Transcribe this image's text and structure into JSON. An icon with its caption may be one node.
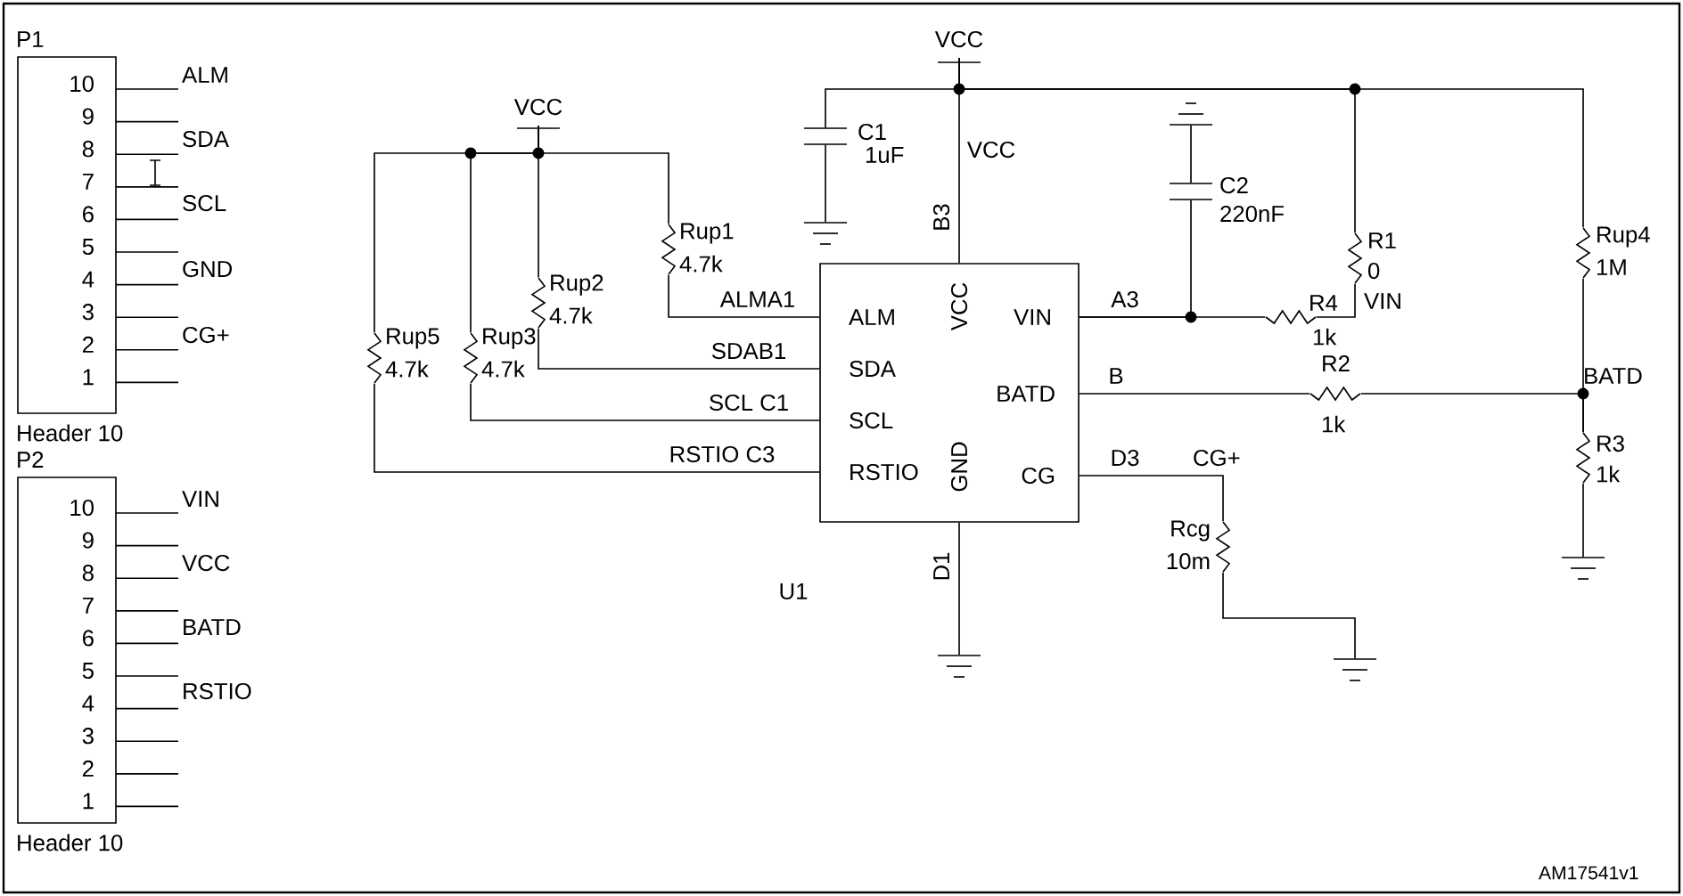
{
  "diagram": {
    "nodes": [
      {
        "text": [
          "P1",
          "10",
          "9",
          "8",
          "7",
          "6",
          "5",
          "4",
          "3",
          "2",
          "1",
          "Header 10"
        ]
      },
      {
        "text": [
          "P2",
          "10",
          "9",
          "8",
          "7",
          "6",
          "5",
          "4",
          "3",
          "2",
          "1",
          "Header 10"
        ]
      },
      {
        "text": [
          "ALM",
          "SDA",
          "SCL",
          "RSTIO",
          "VCC",
          "GND",
          "VIN",
          "BATD",
          "CG"
        ],
        "beside": [
          "U1"
        ]
      },
      {
        "text": [
          "Rup1",
          "4.7k"
        ]
      },
      {
        "text": [
          "Rup2",
          "4.7k"
        ]
      },
      {
        "text": [
          "Rup3",
          "4.7k"
        ]
      },
      {
        "text": [
          "Rup5",
          "4.7k"
        ]
      },
      {
        "text": [
          "Rup4",
          "1M"
        ]
      },
      {
        "text": [
          "R1",
          "0"
        ]
      },
      {
        "text": [
          "R4",
          "1k"
        ]
      },
      {
        "text": [
          "R2",
          "1k"
        ]
      },
      {
        "text": [
          "R3",
          "1k"
        ]
      },
      {
        "text": [
          "Rcg",
          "10m"
        ]
      },
      {
        "text": [
          "C1",
          "1uF"
        ]
      },
      {
        "text": [
          "C2",
          "220nF"
        ]
      },
      {
        "text": [
          "VCC"
        ]
      },
      {
        "text": [
          "VCC"
        ]
      },
      {
        "text": [],
        "shape": "ground"
      },
      {
        "text": [],
        "shape": "ground"
      },
      {
        "text": [],
        "shape": "ground"
      },
      {
        "text": [],
        "shape": "ground"
      },
      {
        "text": [],
        "shape": "ground"
      }
    ],
    "edges": [
      {
        "from": 15,
        "to": 3,
        "arrow": "none"
      },
      {
        "from": 15,
        "to": 4,
        "arrow": "none"
      },
      {
        "from": 15,
        "to": 5,
        "arrow": "none"
      },
      {
        "from": 15,
        "to": 6,
        "arrow": "none"
      },
      {
        "from": 3,
        "to": 2,
        "arrow": "none",
        "label": "ALMA1"
      },
      {
        "from": 4,
        "to": 2,
        "arrow": "none",
        "label": "SDAB1"
      },
      {
        "from": 5,
        "to": 2,
        "arrow": "none",
        "label": "SCL C1"
      },
      {
        "from": 6,
        "to": 2,
        "arrow": "none",
        "label": "RSTIO C3"
      },
      {
        "from": 16,
        "to": 2,
        "arrow": "none",
        "label": "VCC"
      },
      {
        "from": 16,
        "to": 13,
        "arrow": "none"
      },
      {
        "from": 13,
        "to": 17,
        "arrow": "none"
      },
      {
        "from": 16,
        "to": 8,
        "arrow": "none"
      },
      {
        "from": 16,
        "to": 7,
        "arrow": "none"
      },
      {
        "from": 18,
        "to": 14,
        "arrow": "none"
      },
      {
        "from": 2,
        "to": 14,
        "arrow": "none",
        "label": "A3"
      },
      {
        "from": 2,
        "to": 9,
        "arrow": "none"
      },
      {
        "from": 9,
        "to": 8,
        "arrow": "none"
      },
      {
        "from": 2,
        "to": 10,
        "arrow": "none",
        "label": "B"
      },
      {
        "from": 10,
        "to": 11,
        "arrow": "none"
      },
      {
        "from": 7,
        "to": 11,
        "arrow": "none"
      },
      {
        "from": 11,
        "to": 20,
        "arrow": "none"
      },
      {
        "from": 2,
        "to": 12,
        "arrow": "none",
        "label": "D3"
      },
      {
        "from": 12,
        "to": 21,
        "arrow": "none"
      },
      {
        "from": 2,
        "to": 19,
        "arrow": "none"
      }
    ],
    "labels": [
      "ALM",
      "SDA",
      "SCL",
      "GND",
      "CG+",
      "VIN",
      "VCC",
      "BATD",
      "RSTIO",
      "B3",
      "D1",
      "VIN",
      "BATD",
      "CG+",
      "AM17541v1"
    ]
  }
}
